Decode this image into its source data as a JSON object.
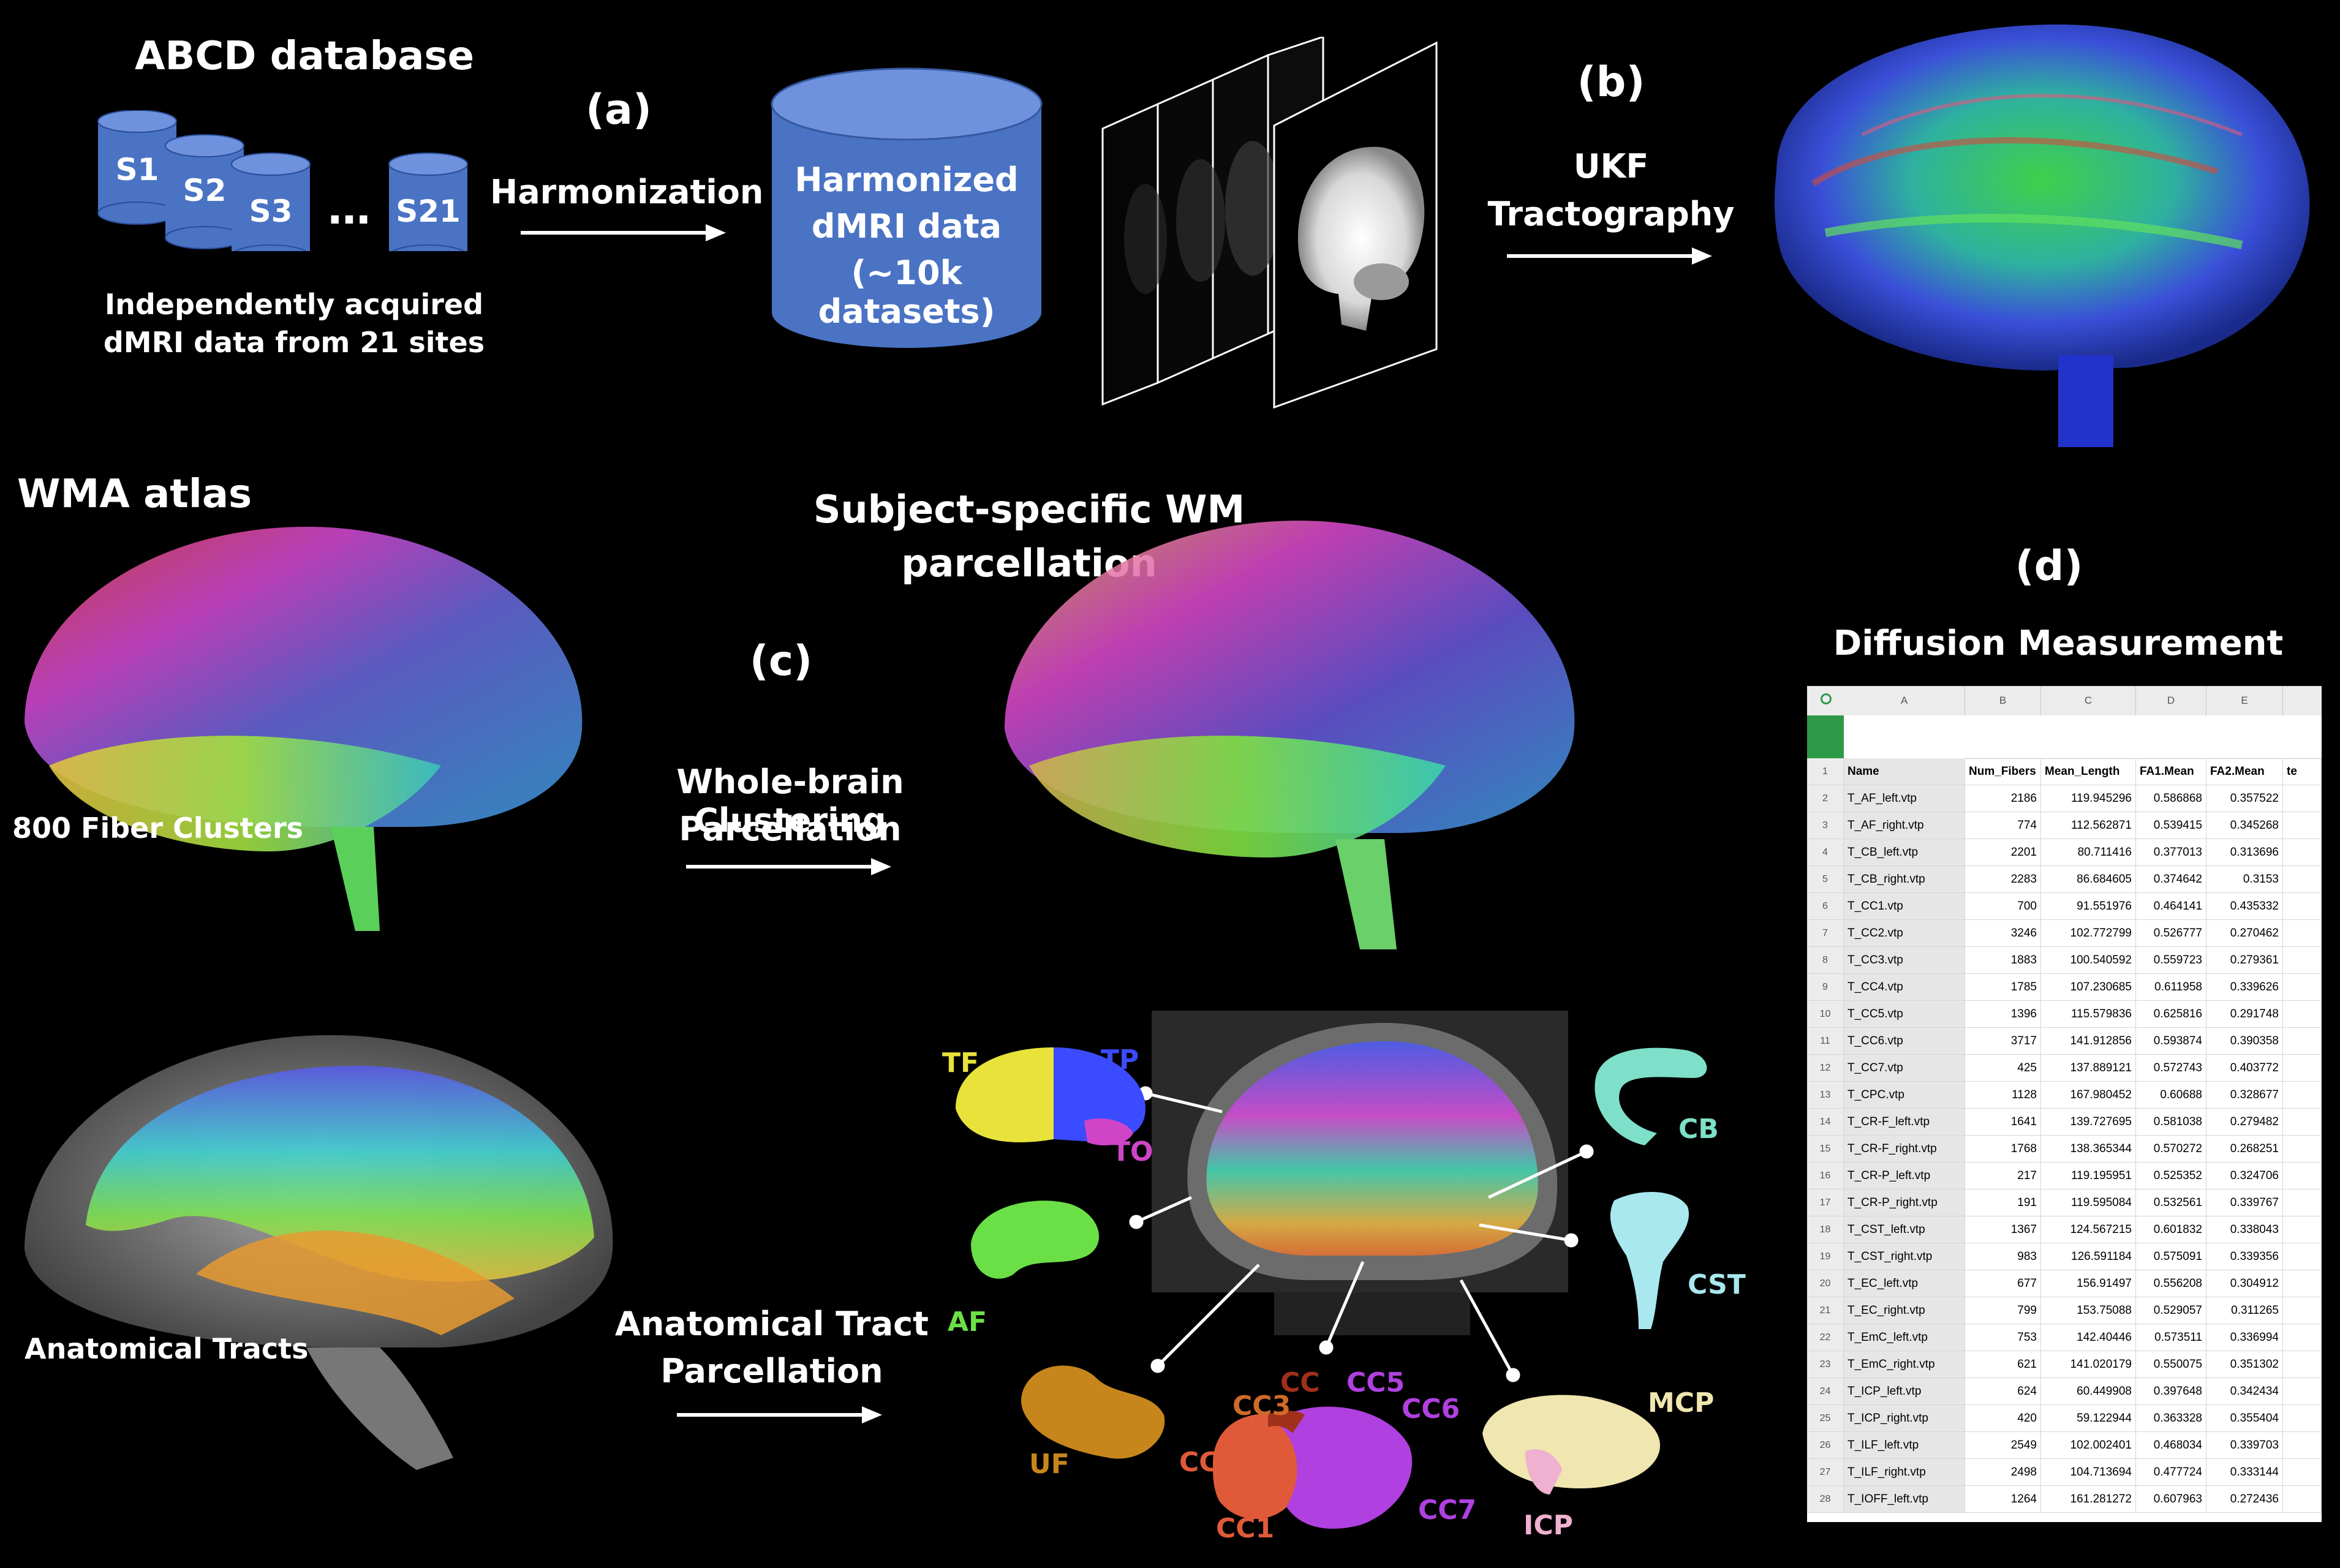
{
  "top": {
    "abcd_title": "ABCD database",
    "sites": [
      "S1",
      "S2",
      "S3",
      "S21"
    ],
    "ellipsis": "…",
    "sites_caption": [
      "Independently acquired",
      "dMRI data from 21 sites"
    ],
    "step_a": "(a)",
    "harmonization": "Harmonization",
    "harmonized": [
      "Harmonized",
      "dMRI data",
      "(~10k datasets)"
    ],
    "step_b": "(b)",
    "ukf": [
      "UKF",
      "Tractography"
    ]
  },
  "middle": {
    "wma_title": "WMA atlas",
    "fiber_clusters": "800 Fiber Clusters",
    "subject_title": [
      "Subject-specific WM",
      "parcellation"
    ],
    "step_c": "(c)",
    "clustering": [
      "Whole-brain Clustering",
      "Parcellation"
    ]
  },
  "bottom": {
    "anatomical_tracts": "Anatomical Tracts",
    "anatomical_parcellation": [
      "Anatomical Tract",
      "Parcellation"
    ],
    "tract_labels": {
      "tf": "TF",
      "tp": "TP",
      "to": "TO",
      "af": "AF",
      "uf": "UF",
      "cc": "CC",
      "cc1": "CC1",
      "cc2": "CC2",
      "cc3": "CC3",
      "cc5": "CC5",
      "cc6": "CC6",
      "cc7": "CC7",
      "cb": "CB",
      "cst": "CST",
      "mcp": "MCP",
      "icp": "ICP"
    }
  },
  "measurement": {
    "step_d": "(d)",
    "title": "Diffusion Measurement",
    "column_letters": [
      "A",
      "B",
      "C",
      "D",
      "E"
    ],
    "headers": [
      "Name",
      "Num_Fibers",
      "Mean_Length",
      "FA1.Mean",
      "FA2.Mean",
      "te"
    ],
    "rows": [
      [
        "T_AF_left.vtp",
        "2186",
        "119.945296",
        "0.586868",
        "0.357522"
      ],
      [
        "T_AF_right.vtp",
        "774",
        "112.562871",
        "0.539415",
        "0.345268"
      ],
      [
        "T_CB_left.vtp",
        "2201",
        "80.711416",
        "0.377013",
        "0.313696"
      ],
      [
        "T_CB_right.vtp",
        "2283",
        "86.684605",
        "0.374642",
        "0.3153"
      ],
      [
        "T_CC1.vtp",
        "700",
        "91.551976",
        "0.464141",
        "0.435332"
      ],
      [
        "T_CC2.vtp",
        "3246",
        "102.772799",
        "0.526777",
        "0.270462"
      ],
      [
        "T_CC3.vtp",
        "1883",
        "100.540592",
        "0.559723",
        "0.279361"
      ],
      [
        "T_CC4.vtp",
        "1785",
        "107.230685",
        "0.611958",
        "0.339626"
      ],
      [
        "T_CC5.vtp",
        "1396",
        "115.579836",
        "0.625816",
        "0.291748"
      ],
      [
        "T_CC6.vtp",
        "3717",
        "141.912856",
        "0.593874",
        "0.390358"
      ],
      [
        "T_CC7.vtp",
        "425",
        "137.889121",
        "0.572743",
        "0.403772"
      ],
      [
        "T_CPC.vtp",
        "1128",
        "167.980452",
        "0.60688",
        "0.328677"
      ],
      [
        "T_CR-F_left.vtp",
        "1641",
        "139.727695",
        "0.581038",
        "0.279482"
      ],
      [
        "T_CR-F_right.vtp",
        "1768",
        "138.365344",
        "0.570272",
        "0.268251"
      ],
      [
        "T_CR-P_left.vtp",
        "217",
        "119.195951",
        "0.525352",
        "0.324706"
      ],
      [
        "T_CR-P_right.vtp",
        "191",
        "119.595084",
        "0.532561",
        "0.339767"
      ],
      [
        "T_CST_left.vtp",
        "1367",
        "124.567215",
        "0.601832",
        "0.338043"
      ],
      [
        "T_CST_right.vtp",
        "983",
        "126.591184",
        "0.575091",
        "0.339356"
      ],
      [
        "T_EC_left.vtp",
        "677",
        "156.91497",
        "0.556208",
        "0.304912"
      ],
      [
        "T_EC_right.vtp",
        "799",
        "153.75088",
        "0.529057",
        "0.311265"
      ],
      [
        "T_EmC_left.vtp",
        "753",
        "142.40446",
        "0.573511",
        "0.336994"
      ],
      [
        "T_EmC_right.vtp",
        "621",
        "141.020179",
        "0.550075",
        "0.351302"
      ],
      [
        "T_ICP_left.vtp",
        "624",
        "60.449908",
        "0.397648",
        "0.342434"
      ],
      [
        "T_ICP_right.vtp",
        "420",
        "59.122944",
        "0.363328",
        "0.355404"
      ],
      [
        "T_ILF_left.vtp",
        "2549",
        "102.002401",
        "0.468034",
        "0.339703"
      ],
      [
        "T_ILF_right.vtp",
        "2498",
        "104.713694",
        "0.477724",
        "0.333144"
      ],
      [
        "T_IOFF_left.vtp",
        "1264",
        "161.281272",
        "0.607963",
        "0.272436"
      ]
    ]
  },
  "colors": {
    "db_blue": "#4a73c4",
    "tf": "#e8e23a",
    "tp": "#3b4bff",
    "to": "#d045c8",
    "af": "#6be046",
    "uf": "#c7861c",
    "cc1": "#e05a3a",
    "cc2": "#e05a3a",
    "cc3": "#d06a2a",
    "cc": "#a0301a",
    "cc5": "#b040e0",
    "cc6": "#b040e0",
    "cc7": "#b040e0",
    "cb": "#7ee0c8",
    "cst": "#a8e8ee",
    "mcp": "#efe6b0",
    "icp": "#f0b0d0"
  }
}
